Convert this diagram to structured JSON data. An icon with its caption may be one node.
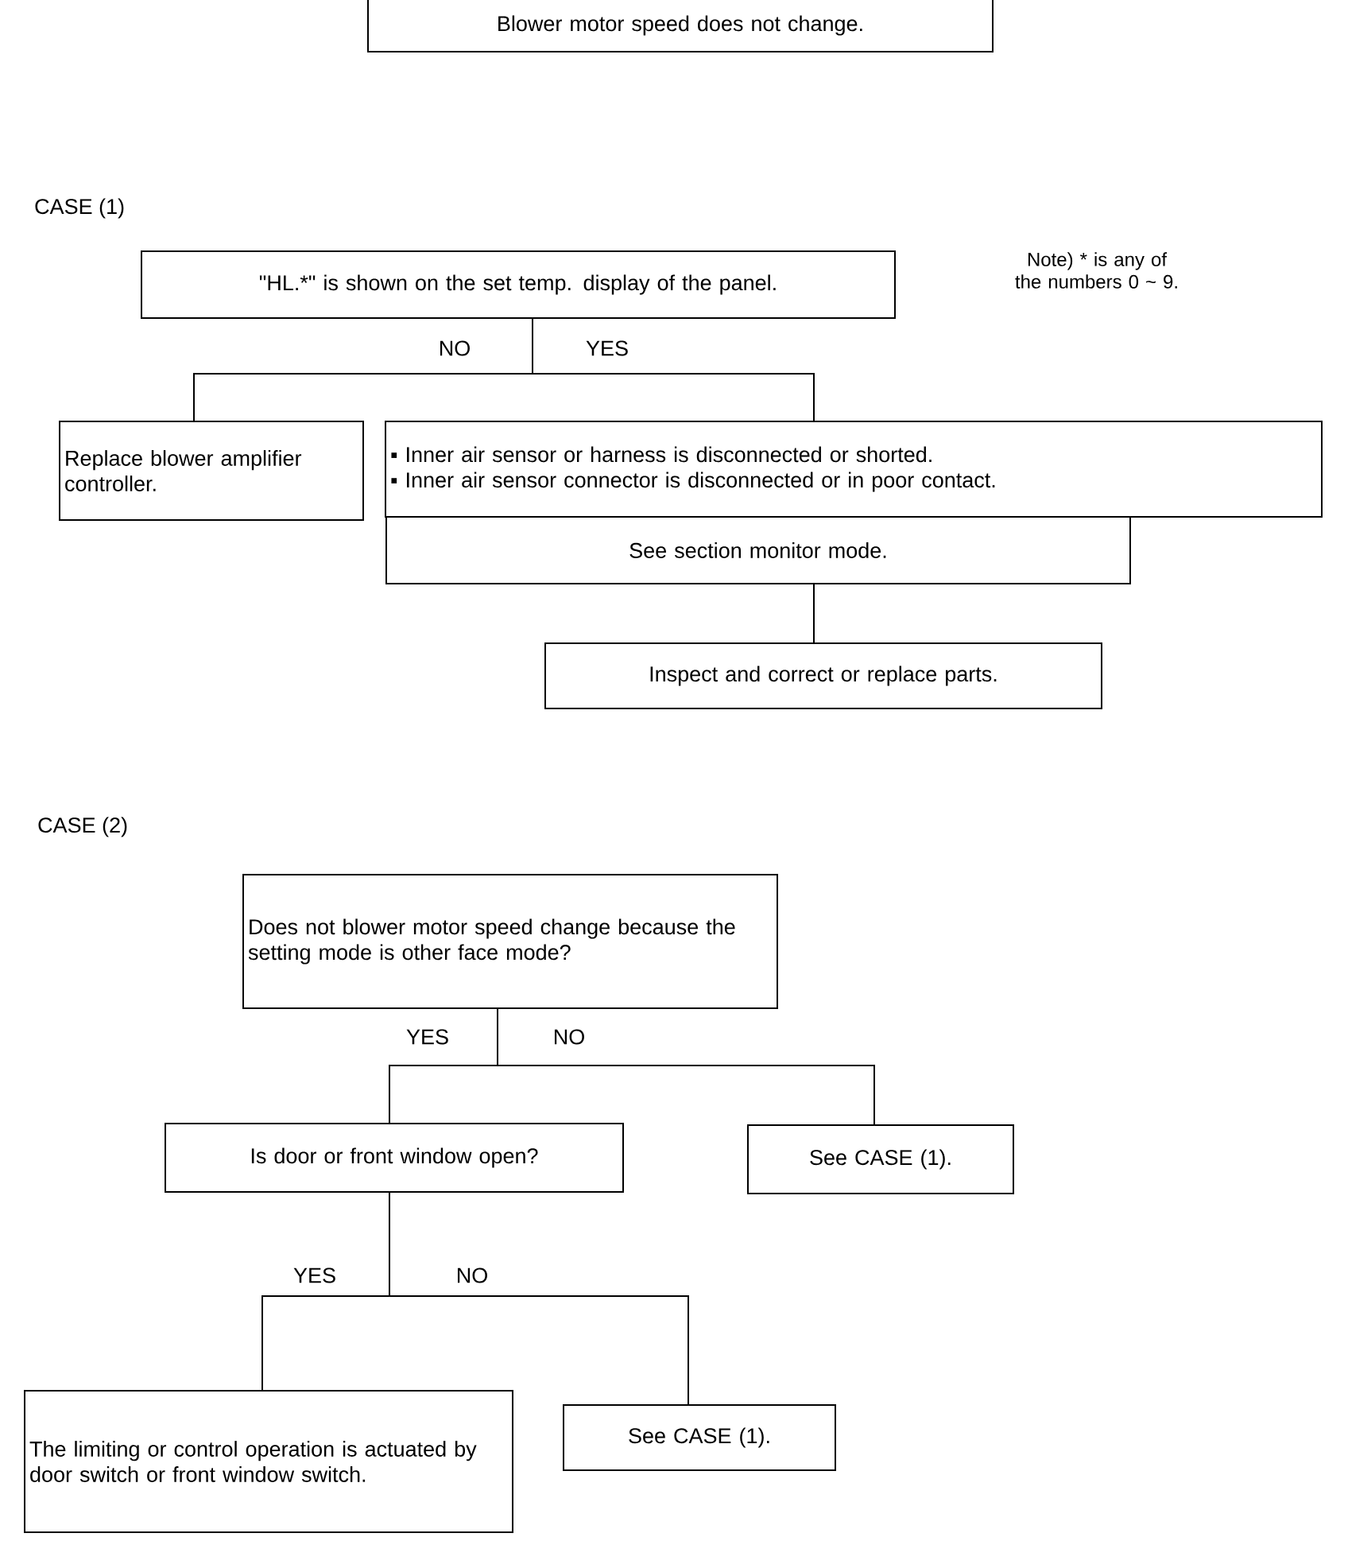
{
  "diagram": {
    "nodes": [
      {
        "text": [
          "Blower motor speed does not change."
        ]
      },
      {
        "text": [
          "\"HL.*\" is shown on the set temp. display of the panel."
        ]
      },
      {
        "text": [
          "Replace blower amplifier controller."
        ]
      },
      {
        "text": [
          "▪ Inner air sensor or harness is disconnected or shorted.",
          "▪ Inner air sensor connector is disconnected or in poor contact."
        ]
      },
      {
        "text": [
          "See section monitor mode."
        ]
      },
      {
        "text": [
          "Inspect and correct or replace parts."
        ]
      },
      {
        "text": [
          "Does not blower motor speed change because the setting mode is other face mode?"
        ]
      },
      {
        "text": [
          "Is door or front window open?"
        ]
      },
      {
        "text": [
          "See CASE (1)."
        ]
      },
      {
        "text": [
          "The limiting or control operation is actuated by door switch or front window switch."
        ]
      },
      {
        "text": [
          "See CASE (1)."
        ]
      }
    ],
    "edges": [
      {
        "from": 1,
        "to": 2,
        "arrow": "none",
        "label": "NO"
      },
      {
        "from": 1,
        "to": 3,
        "arrow": "none",
        "label": "YES"
      },
      {
        "from": 4,
        "to": 5,
        "arrow": "none"
      },
      {
        "from": 6,
        "to": 7,
        "arrow": "none",
        "label": "YES"
      },
      {
        "from": 6,
        "to": 8,
        "arrow": "none",
        "label": "NO"
      },
      {
        "from": 7,
        "to": 9,
        "arrow": "none",
        "label": "YES"
      },
      {
        "from": 7,
        "to": 10,
        "arrow": "none",
        "label": "NO"
      }
    ],
    "labels": [
      "CASE (1)",
      "Note) * is any of the numbers 0 ~ 9.",
      "CASE (2)"
    ]
  }
}
